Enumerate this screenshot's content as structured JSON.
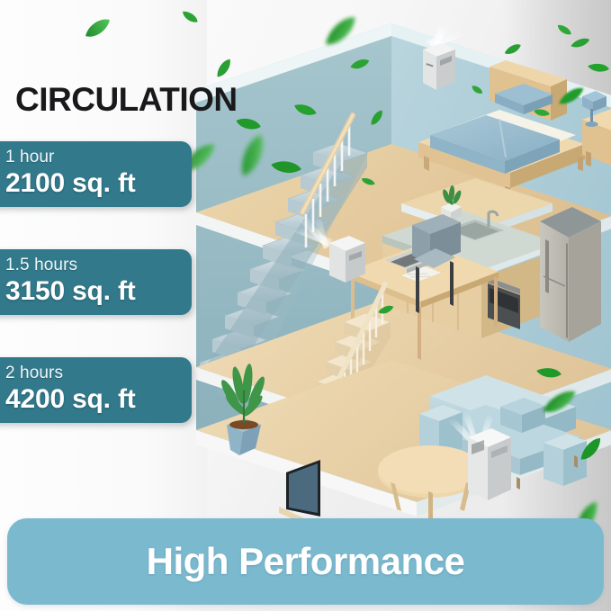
{
  "page": {
    "background_color": "#fbfbfb",
    "title": "CIRCULATION",
    "title_color": "#19191b"
  },
  "badges": {
    "accent_color": "#31798b",
    "items": [
      {
        "hours": "1 hour",
        "area": "2100 sq. ft"
      },
      {
        "hours": "1.5 hours",
        "area": "3150 sq. ft"
      },
      {
        "hours": "2 hours",
        "area": "4200 sq. ft"
      }
    ]
  },
  "banner": {
    "text": "High Performance",
    "background_color": "#7bb9cf",
    "text_color": "#ffffff"
  },
  "illustration": {
    "name": "isometric-cutaway-house",
    "wall_color": "#8fb8c4",
    "floor_color": "#e3c79a",
    "accent_color": "#a9cfdc",
    "leaf_color": "#2f9e34",
    "floors": [
      {
        "level": "top",
        "room": "bedroom",
        "objects": [
          "air-purifier",
          "bed",
          "pillow",
          "headboard",
          "nightstand",
          "table-lamp"
        ]
      },
      {
        "level": "middle",
        "room": "kitchen",
        "objects": [
          "air-purifier",
          "dining-table",
          "chair",
          "laptop",
          "notebook",
          "kitchen-counter",
          "sink",
          "faucet",
          "oven",
          "refrigerator",
          "potted-plant"
        ]
      },
      {
        "level": "ground",
        "room": "living-room",
        "objects": [
          "air-purifier",
          "sofa",
          "cushion",
          "round-coffee-table",
          "television",
          "potted-plant",
          "staircase"
        ]
      }
    ],
    "stairs": [
      "upper-staircase",
      "lower-staircase"
    ],
    "leaf_count": 22
  }
}
